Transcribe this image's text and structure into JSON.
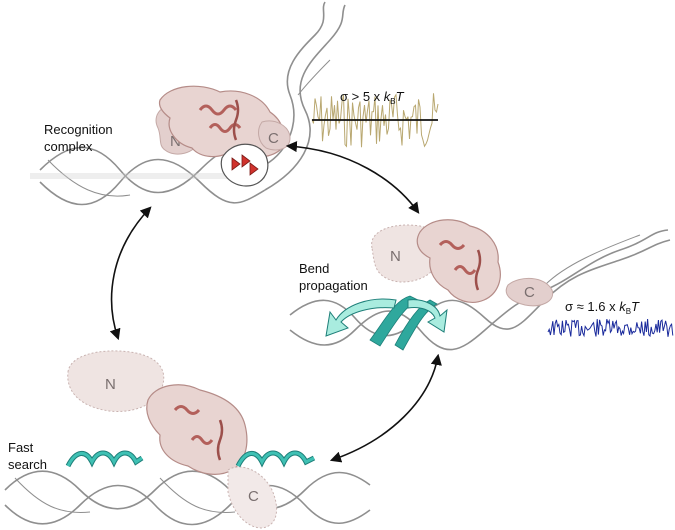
{
  "labels": {
    "recognition_line1": "Recognition",
    "recognition_line2": "complex",
    "bend_line1": "Bend",
    "bend_line2": "propagation",
    "fast_line1": "Fast",
    "fast_line2": "search",
    "domain_n": "N",
    "domain_c": "C"
  },
  "signals": {
    "top": {
      "sigma": "σ > 5 x ",
      "k": "k",
      "sub": "B",
      "T": "T",
      "color": "#b9a871"
    },
    "right": {
      "sigma": "σ ≈ 1.6 x ",
      "k": "k",
      "sub": "B",
      "T": "T",
      "color": "#1a2a9c"
    }
  },
  "colors": {
    "dna": "#9a9a9a",
    "protein_fill": "#e6cfcc",
    "protein_stroke": "#b07e7a",
    "helix": "#c06a66",
    "teal": "#3fc1b4",
    "teal_dark": "#1e7f79",
    "red": "#d0332d",
    "ghost": "#efe4e2"
  }
}
